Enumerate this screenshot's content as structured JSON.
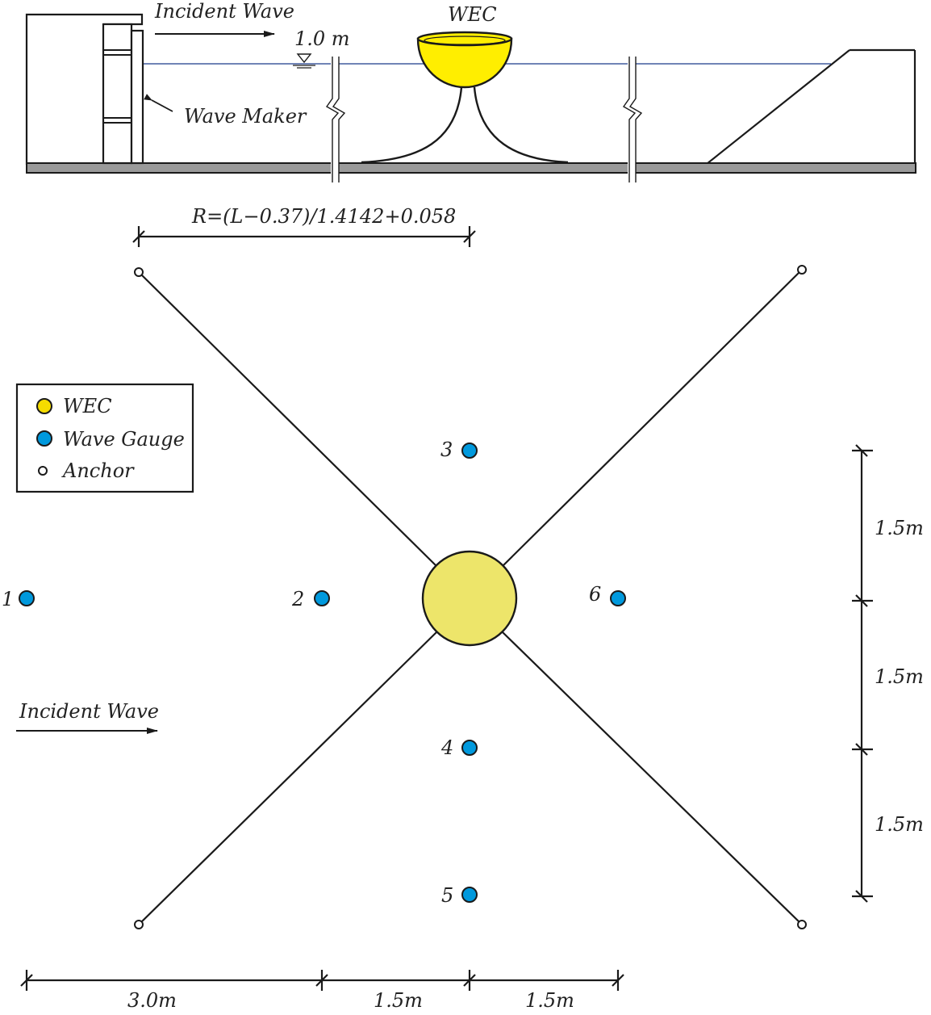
{
  "side_view": {
    "incident_wave_label": "Incident Wave",
    "wec_label": "WEC",
    "depth_label": "1.0 m",
    "wave_maker_label": "Wave Maker"
  },
  "top_view": {
    "radius_formula": "R=(L−0.37)/1.4142+0.058",
    "incident_wave_label": "Incident Wave",
    "gauges": [
      {
        "id": "1",
        "label": "1"
      },
      {
        "id": "2",
        "label": "2"
      },
      {
        "id": "3",
        "label": "3"
      },
      {
        "id": "4",
        "label": "4"
      },
      {
        "id": "5",
        "label": "5"
      },
      {
        "id": "6",
        "label": "6"
      }
    ],
    "horizontal_dims": [
      "3.0m",
      "1.5m",
      "1.5m"
    ],
    "vertical_dims": [
      "1.5m",
      "1.5m",
      "1.5m"
    ]
  },
  "legend": {
    "items": [
      {
        "label": "WEC",
        "symbol": "wec",
        "color": "#f5dc00"
      },
      {
        "label": "Wave Gauge",
        "symbol": "gauge",
        "color": "#0099dd"
      },
      {
        "label": "Anchor",
        "symbol": "anchor",
        "color": "#ffffff"
      }
    ]
  },
  "colors": {
    "wec_side": "#ffee00",
    "wec_top": "#ede56a",
    "gauge": "#0099dd",
    "water_line": "#1a3a8a",
    "seabed": "#9a9a9a"
  }
}
